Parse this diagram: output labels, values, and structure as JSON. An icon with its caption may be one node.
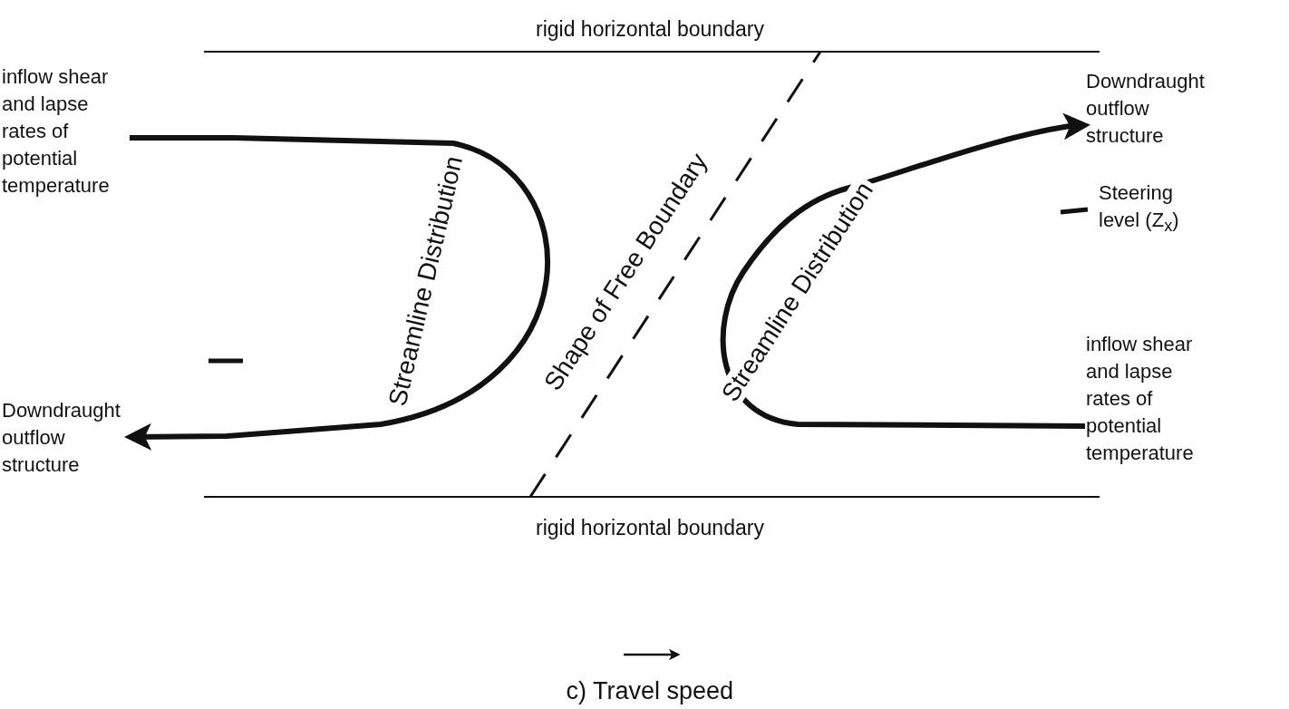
{
  "diagram": {
    "caption": "c) Travel speed",
    "nodes": [
      {
        "text": [
          "inflow shear and lapse rates of potential temperature"
        ]
      },
      {
        "text": [
          "Downdraught outflow structure"
        ]
      },
      {
        "text": [
          "Downdraught outflow structure"
        ]
      },
      {
        "text": [
          "inflow shear and lapse rates of potential temperature"
        ]
      }
    ],
    "edges": [
      {
        "from": 0,
        "to": 1,
        "arrow": "to",
        "label": "Streamline Distribution"
      },
      {
        "from": 3,
        "to": 2,
        "arrow": "to",
        "label": "Streamline Distribution"
      }
    ],
    "labels": [
      "rigid horizontal boundary",
      "Shape of Free Boundary",
      "Steering level (Z$_{x}$)",
      "rigid horizontal boundary"
    ]
  }
}
